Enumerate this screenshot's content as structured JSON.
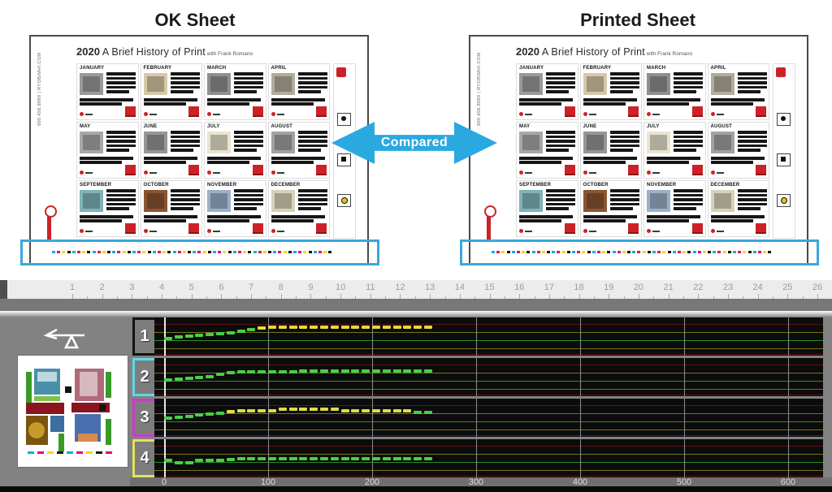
{
  "header": {
    "left_title": "OK Sheet",
    "right_title": "Printed Sheet",
    "compare_label": "Compared",
    "arrow_color": "#29a9e0"
  },
  "sheet": {
    "year": "2020",
    "title": " A Brief History of Print",
    "subtitle": " with Frank Romano",
    "side_text": "800.456.8989  |  RYOBIMHI.COM",
    "months": [
      "JANUARY",
      "FEBRUARY",
      "MARCH",
      "APRIL",
      "MAY",
      "JUNE",
      "JULY",
      "AUGUST",
      "SEPTEMBER",
      "OCTOBER",
      "NOVEMBER",
      "DECEMBER"
    ],
    "month_image_colors": [
      "#9a9a9a",
      "#d5c9a8",
      "#8f8f8f",
      "#b3ab9c",
      "#a8a8a8",
      "#969696",
      "#e8e4d0",
      "#a2a2a2",
      "#7fb3b8",
      "#8a5530",
      "#9ab0c8",
      "#d8d0b8"
    ],
    "highlight_box_color": "#3aa7dc",
    "colorbar_cycle": [
      "#00aee6",
      "#e6007e",
      "#ffd500",
      "#141414"
    ]
  },
  "ruler": {
    "numbers": [
      1,
      2,
      3,
      4,
      5,
      6,
      7,
      8,
      9,
      10,
      11,
      12,
      13,
      14,
      15,
      16,
      17,
      18,
      19,
      20,
      21,
      22,
      23,
      24,
      25,
      26
    ]
  },
  "console": {
    "compare_icon": "balance-arrow-icon",
    "tracks": [
      {
        "label": "1",
        "border_color": "#141414"
      },
      {
        "label": "2",
        "border_color": "#5fd8e8"
      },
      {
        "label": "3",
        "border_color": "#c73ec7"
      },
      {
        "label": "4",
        "border_color": "#e2e25a"
      }
    ],
    "grid_colors": {
      "limit_red": "#621212",
      "warn_olive": "#74741c",
      "center_green": "#2d8c2d",
      "zero_line": "#e8e8e8",
      "hundred_line": "#8a8a8a"
    },
    "segment_colors": {
      "g": "#46d046",
      "y": "#dedc43"
    }
  },
  "chart_data": {
    "type": "line",
    "title": "Ink key density deviation per press unit",
    "xlabel": "",
    "ylabel": "",
    "x_ticks": [
      0,
      100,
      200,
      300,
      400,
      500,
      600
    ],
    "x_range": [
      -10,
      640
    ],
    "y_range": [
      -10,
      10
    ],
    "y_guides": {
      "center": 0,
      "warning": 5,
      "limit": 10
    },
    "segment_step_x": 10,
    "tracks": [
      {
        "label": "1",
        "colors": [
          "g",
          "g",
          "g",
          "g",
          "g",
          "g",
          "g",
          "g",
          "g",
          "y",
          "y",
          "y",
          "y",
          "y",
          "y",
          "y",
          "y",
          "y",
          "y",
          "y",
          "y",
          "y",
          "y",
          "y",
          "y",
          "y"
        ],
        "values": [
          1,
          2,
          2.5,
          3,
          3.5,
          4,
          4.5,
          5.5,
          6.5,
          7.5,
          7.8,
          7.8,
          7.8,
          7.8,
          7.8,
          7.8,
          7.8,
          7.8,
          7.8,
          7.8,
          7.8,
          7.8,
          7.8,
          7.8,
          7.8,
          7.8
        ]
      },
      {
        "label": "2",
        "colors": [
          "g",
          "g",
          "g",
          "g",
          "g",
          "g",
          "g",
          "g",
          "g",
          "g",
          "g",
          "g",
          "g",
          "g",
          "g",
          "g",
          "g",
          "g",
          "g",
          "g",
          "g",
          "g",
          "g",
          "g",
          "g",
          "g"
        ],
        "values": [
          0.5,
          1,
          1.5,
          2,
          2.5,
          4,
          5,
          5.5,
          5.5,
          5.5,
          5.5,
          5.5,
          5.5,
          6,
          6,
          6,
          6,
          6,
          6,
          6,
          6,
          6,
          6,
          6,
          6,
          6
        ]
      },
      {
        "label": "3",
        "colors": [
          "g",
          "g",
          "g",
          "g",
          "g",
          "g",
          "y",
          "y",
          "y",
          "y",
          "y",
          "y",
          "y",
          "y",
          "y",
          "y",
          "y",
          "y",
          "y",
          "y",
          "y",
          "y",
          "y",
          "y",
          "g",
          "g"
        ],
        "values": [
          2,
          2.5,
          3,
          4,
          4.5,
          5,
          6,
          6.5,
          6.5,
          6.5,
          6.5,
          7.5,
          7.5,
          7.5,
          7.5,
          7.5,
          7.5,
          6.5,
          6.5,
          6.5,
          6.5,
          6.5,
          6.5,
          6.5,
          5.5,
          5.5
        ]
      },
      {
        "label": "4",
        "colors": [
          "g",
          "g",
          "g",
          "g",
          "g",
          "g",
          "g",
          "g",
          "g",
          "g",
          "g",
          "g",
          "g",
          "g",
          "g",
          "g",
          "g",
          "g",
          "g",
          "g",
          "g",
          "g",
          "g",
          "g",
          "g",
          "g"
        ],
        "values": [
          1,
          -0.5,
          -0.5,
          1,
          1,
          1,
          1.5,
          2,
          2,
          2,
          2,
          2,
          2,
          2,
          2,
          2,
          2,
          2,
          2,
          2,
          2,
          2,
          2,
          2,
          2,
          2
        ]
      }
    ]
  }
}
